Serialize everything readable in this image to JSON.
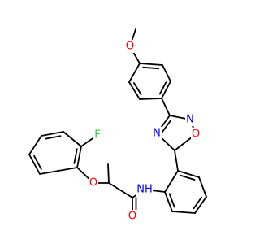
{
  "colors": {
    "bond": "#000000",
    "O": "#ff0000",
    "N": "#0000ff",
    "F": "#33cc33",
    "background": "#ffffff"
  },
  "atoms": [
    {
      "id": "me1",
      "element": "C",
      "text": ""
    },
    {
      "id": "o1",
      "element": "O",
      "text": "O"
    },
    {
      "id": "m1",
      "element": "C",
      "text": ""
    },
    {
      "id": "m2",
      "element": "C",
      "text": ""
    },
    {
      "id": "m3",
      "element": "C",
      "text": ""
    },
    {
      "id": "m4",
      "element": "C",
      "text": ""
    },
    {
      "id": "m5",
      "element": "C",
      "text": ""
    },
    {
      "id": "m6",
      "element": "C",
      "text": ""
    },
    {
      "id": "c3",
      "element": "C",
      "text": ""
    },
    {
      "id": "n4",
      "element": "N",
      "text": "N"
    },
    {
      "id": "n2",
      "element": "N",
      "text": "N"
    },
    {
      "id": "o5",
      "element": "O",
      "text": "O"
    },
    {
      "id": "c5",
      "element": "C",
      "text": ""
    },
    {
      "id": "a1",
      "element": "C",
      "text": ""
    },
    {
      "id": "a2",
      "element": "C",
      "text": ""
    },
    {
      "id": "a3",
      "element": "C",
      "text": ""
    },
    {
      "id": "a4",
      "element": "C",
      "text": ""
    },
    {
      "id": "a5",
      "element": "C",
      "text": ""
    },
    {
      "id": "a6",
      "element": "C",
      "text": ""
    },
    {
      "id": "nh",
      "element": "N",
      "text": "NH"
    },
    {
      "id": "cc",
      "element": "C",
      "text": ""
    },
    {
      "id": "oc",
      "element": "O",
      "text": "O"
    },
    {
      "id": "ch",
      "element": "C",
      "text": ""
    },
    {
      "id": "me2",
      "element": "C",
      "text": ""
    },
    {
      "id": "oe",
      "element": "O",
      "text": "O"
    },
    {
      "id": "f1",
      "element": "C",
      "text": ""
    },
    {
      "id": "f2",
      "element": "C",
      "text": ""
    },
    {
      "id": "fl",
      "element": "F",
      "text": "F"
    },
    {
      "id": "f3",
      "element": "C",
      "text": ""
    },
    {
      "id": "f4",
      "element": "C",
      "text": ""
    },
    {
      "id": "f5",
      "element": "C",
      "text": ""
    },
    {
      "id": "f6",
      "element": "C",
      "text": ""
    }
  ],
  "bonds": [
    {
      "a": "me1",
      "b": "o1",
      "order": 1
    },
    {
      "a": "o1",
      "b": "m1",
      "order": 1
    },
    {
      "a": "m1",
      "b": "m2",
      "order": 2
    },
    {
      "a": "m2",
      "b": "m3",
      "order": 1
    },
    {
      "a": "m3",
      "b": "m4",
      "order": 2
    },
    {
      "a": "m4",
      "b": "m5",
      "order": 1
    },
    {
      "a": "m5",
      "b": "m6",
      "order": 2
    },
    {
      "a": "m6",
      "b": "m1",
      "order": 1
    },
    {
      "a": "m4",
      "b": "c3",
      "order": 1
    },
    {
      "a": "c3",
      "b": "n4",
      "order": 2
    },
    {
      "a": "n4",
      "b": "c5",
      "order": 1
    },
    {
      "a": "c5",
      "b": "o5",
      "order": 1
    },
    {
      "a": "o5",
      "b": "n2",
      "order": 1
    },
    {
      "a": "n2",
      "b": "c3",
      "order": 1
    },
    {
      "a": "c5",
      "b": "a1",
      "order": 1
    },
    {
      "a": "a1",
      "b": "a2",
      "order": 2
    },
    {
      "a": "a2",
      "b": "a3",
      "order": 1
    },
    {
      "a": "a3",
      "b": "a4",
      "order": 2
    },
    {
      "a": "a4",
      "b": "a5",
      "order": 1
    },
    {
      "a": "a5",
      "b": "a6",
      "order": 2
    },
    {
      "a": "a6",
      "b": "a1",
      "order": 1
    },
    {
      "a": "a6",
      "b": "nh",
      "order": 1
    },
    {
      "a": "nh",
      "b": "cc",
      "order": 1
    },
    {
      "a": "cc",
      "b": "oc",
      "order": 2
    },
    {
      "a": "cc",
      "b": "ch",
      "order": 1
    },
    {
      "a": "ch",
      "b": "me2",
      "order": 1
    },
    {
      "a": "ch",
      "b": "oe",
      "order": 1
    },
    {
      "a": "oe",
      "b": "f1",
      "order": 1
    },
    {
      "a": "f1",
      "b": "f2",
      "order": 2
    },
    {
      "a": "f2",
      "b": "fl",
      "order": 1
    },
    {
      "a": "f2",
      "b": "f3",
      "order": 1
    },
    {
      "a": "f3",
      "b": "f4",
      "order": 2
    },
    {
      "a": "f4",
      "b": "f5",
      "order": 1
    },
    {
      "a": "f5",
      "b": "f6",
      "order": 2
    },
    {
      "a": "f6",
      "b": "f1",
      "order": 1
    }
  ]
}
